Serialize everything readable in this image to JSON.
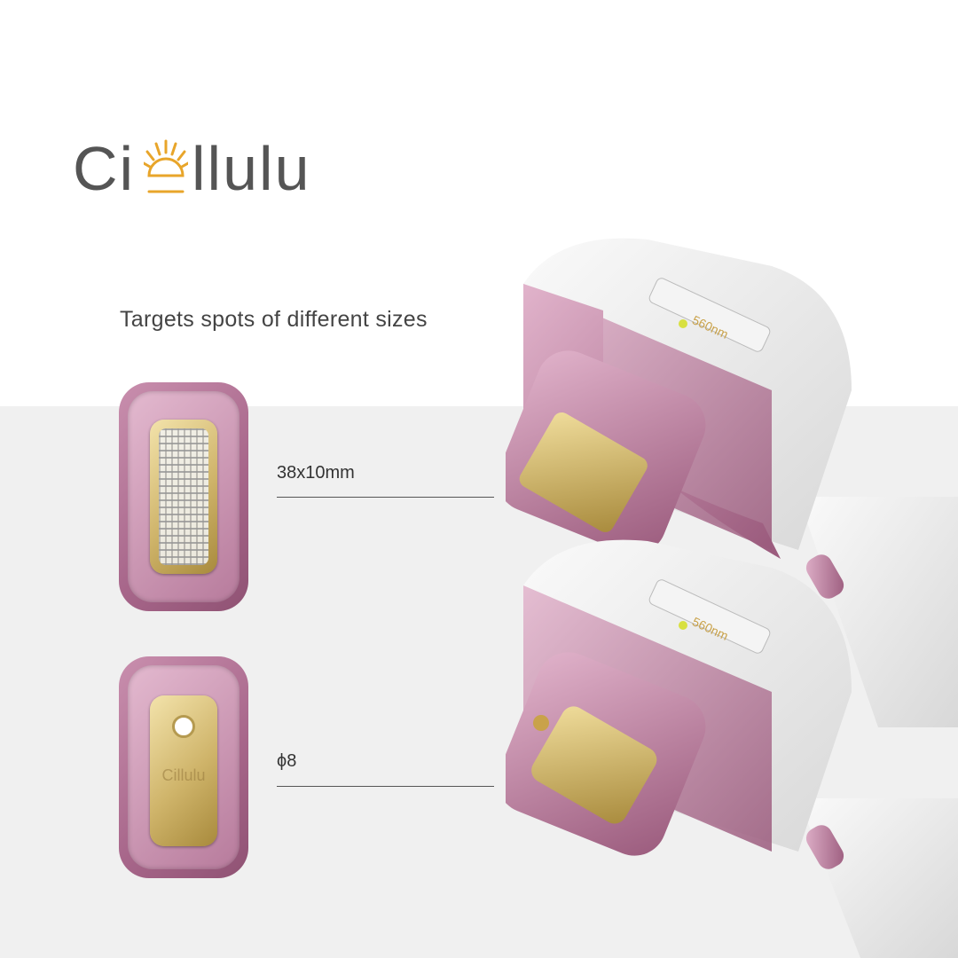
{
  "brand": {
    "logo_prefix": "Ci",
    "logo_suffix": "llulu",
    "name": "Cillulu",
    "sun_color": "#e8a52a",
    "text_color": "#555555"
  },
  "headline": "Targets spots of different sizes",
  "spot_sizes": [
    {
      "label": "38x10mm"
    },
    {
      "label": "ϕ8"
    }
  ],
  "handpiece": {
    "wavelength": "560nm"
  },
  "colors": {
    "background_top": "#ffffff",
    "background_bottom": "#f0f0f0",
    "tip_pink": "#b7789a",
    "plate_gold": "#d8c07a"
  }
}
